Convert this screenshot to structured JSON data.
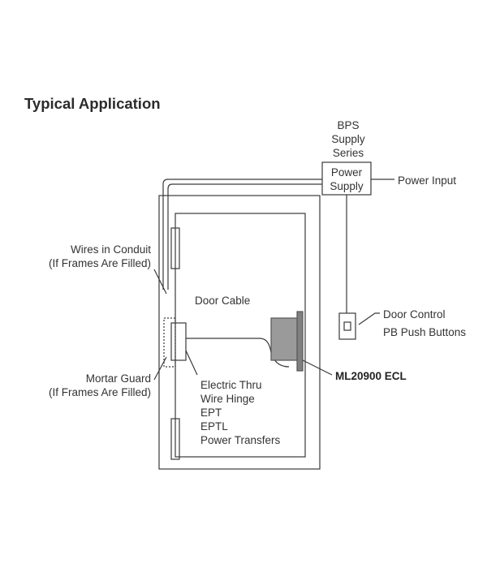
{
  "title": "Typical Application",
  "labels": {
    "bps_line1": "BPS",
    "bps_line2": "Supply",
    "bps_line3": "Series",
    "power_supply_line1": "Power",
    "power_supply_line2": "Supply",
    "power_input": "Power Input",
    "wires_line1": "Wires in Conduit",
    "wires_line2": "(If Frames Are Filled)",
    "door_cable": "Door Cable",
    "door_control": "Door Control",
    "pb_push_buttons": "PB Push Buttons",
    "ml_ecl": "ML20900 ECL",
    "mortar_line1": "Mortar Guard",
    "mortar_line2": "(If Frames Are Filled)",
    "hinge_line1": "Electric Thru",
    "hinge_line2": "Wire Hinge",
    "hinge_line3": "EPT",
    "hinge_line4": "EPTL",
    "hinge_line5": "Power Transfers"
  }
}
